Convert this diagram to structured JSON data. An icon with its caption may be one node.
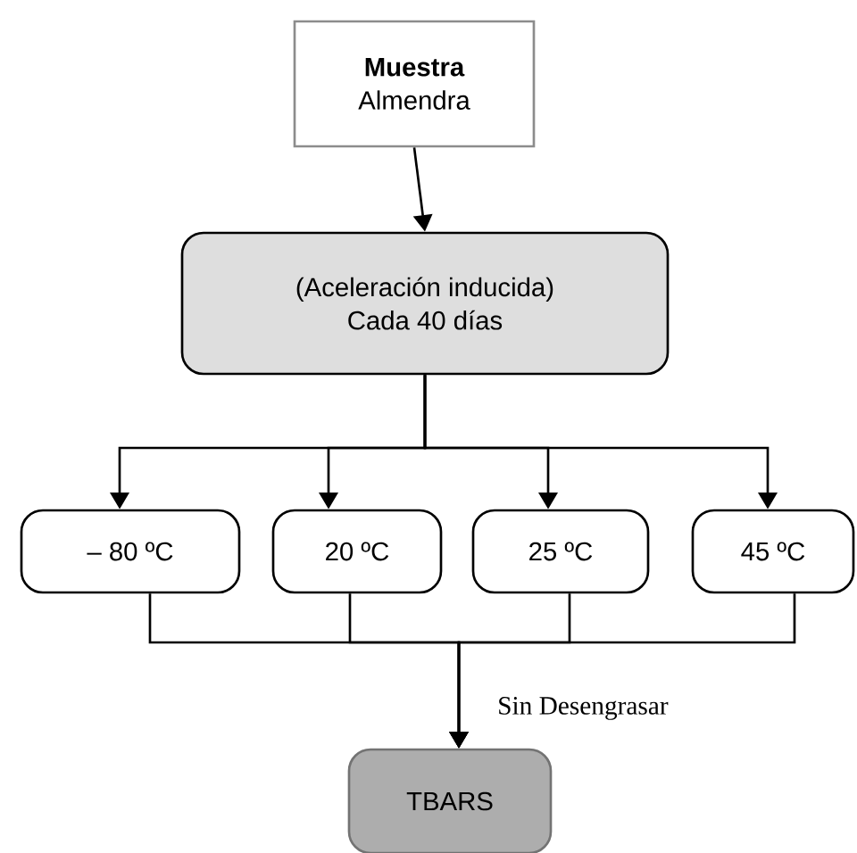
{
  "diagram": {
    "nodes": [
      {
        "text": [
          "Muestra",
          "Almendra"
        ]
      },
      {
        "text": [
          "(Aceleración inducida)",
          "Cada 40 días"
        ]
      },
      {
        "text": [
          "– 80 ºC"
        ]
      },
      {
        "text": [
          "20 ºC"
        ]
      },
      {
        "text": [
          "25 ºC"
        ]
      },
      {
        "text": [
          "45 ºC"
        ]
      },
      {
        "text": [
          "TBARS"
        ]
      }
    ],
    "edges": [
      {
        "from": 0,
        "to": 1,
        "arrow": "to"
      },
      {
        "from": 1,
        "to": 2,
        "arrow": "to"
      },
      {
        "from": 1,
        "to": 3,
        "arrow": "to"
      },
      {
        "from": 1,
        "to": 4,
        "arrow": "to"
      },
      {
        "from": 1,
        "to": 5,
        "arrow": "to"
      },
      {
        "from": 2,
        "to": 6,
        "arrow": "to",
        "label": "Sin Desengrasar"
      },
      {
        "from": 3,
        "to": 6,
        "arrow": "to"
      },
      {
        "from": 4,
        "to": 6,
        "arrow": "to"
      },
      {
        "from": 5,
        "to": 6,
        "arrow": "to"
      }
    ]
  }
}
